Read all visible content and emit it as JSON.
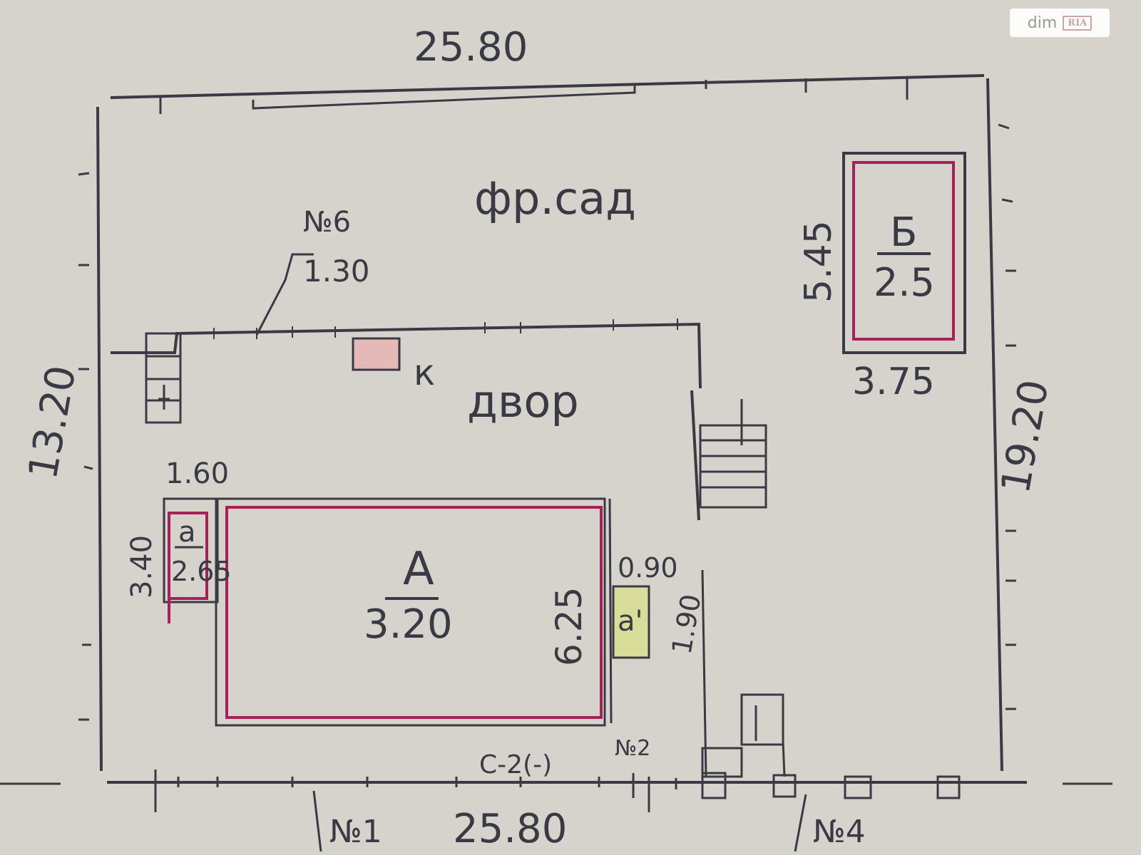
{
  "watermark": {
    "brand": "dim",
    "sub": "RIA"
  },
  "plan": {
    "dimensions": {
      "top_width": "25.80",
      "bottom_width": "25.80",
      "left_depth": "13.20",
      "right_depth": "19.20"
    },
    "zones": {
      "front_garden": "фр.сад",
      "yard": "двор"
    },
    "buildings": [
      {
        "letter": "А",
        "value": "3.20",
        "side": "6.25"
      },
      {
        "letter": "а",
        "value": "2.65",
        "side": "3.40",
        "top": "1.60"
      },
      {
        "letter": "Б",
        "value": "2.5",
        "side": "5.45",
        "bottom": "3.75"
      },
      {
        "letter": "а'",
        "top": "0.90",
        "side": "1.90"
      }
    ],
    "fence": {
      "label": "№6",
      "length": "1.30"
    },
    "well_label": "к",
    "gate_labels": {
      "left": "№1",
      "right": "№4",
      "small": "№2",
      "middle": "С-2(-)"
    }
  },
  "colors": {
    "ink": "#3a3a45",
    "building_outline": "#a8205a",
    "paper": "#d6d3cc",
    "annex_fill": "#d9dd9a",
    "well_fill": "#e6b9b9"
  }
}
